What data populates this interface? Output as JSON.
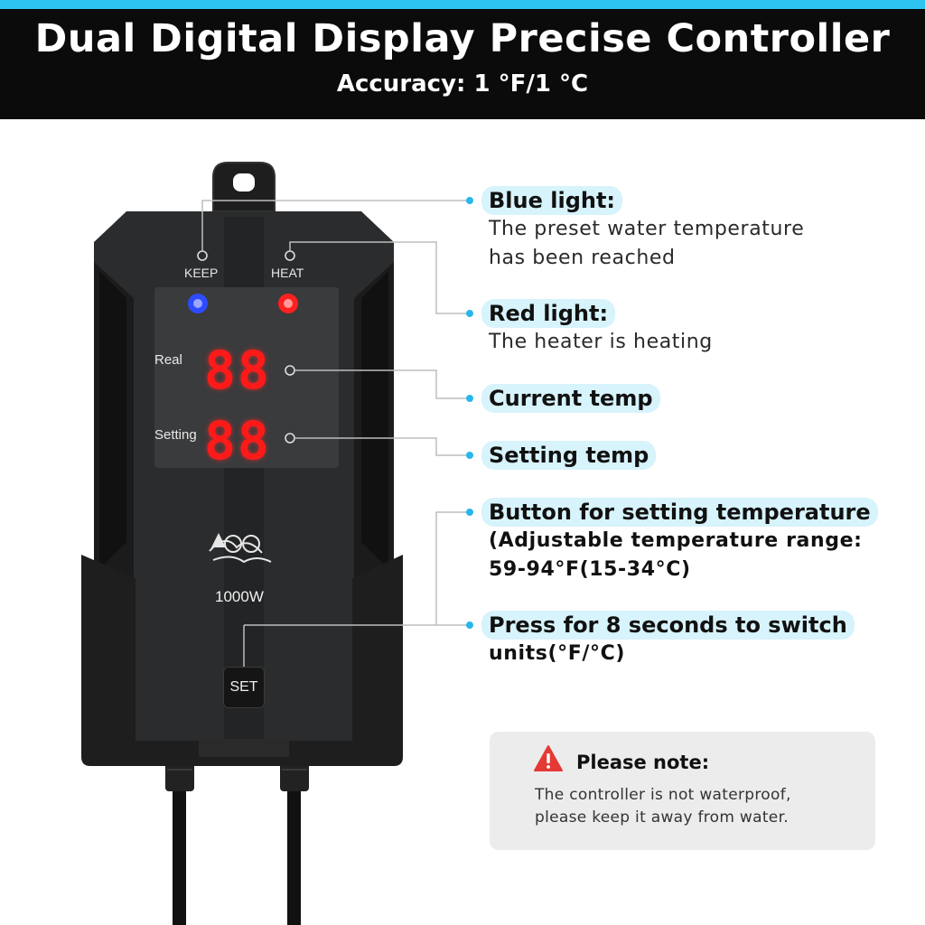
{
  "header": {
    "title": "Dual Digital Display Precise Controller",
    "subtitle": "Accuracy: 1 °F/1 °C"
  },
  "device": {
    "keep_label": "KEEP",
    "heat_label": "HEAT",
    "real_label": "Real",
    "setting_label": "Setting",
    "real_digits": "88",
    "setting_digits": "88",
    "wattage": "1000W",
    "set_button": "SET"
  },
  "callouts": {
    "blue": {
      "title": "Blue light:",
      "line1": "The preset water temperature",
      "line2": "has been reached"
    },
    "red": {
      "title": "Red light:",
      "line1": "The heater is heating"
    },
    "current": {
      "title": "Current temp"
    },
    "setting": {
      "title": "Setting temp"
    },
    "button": {
      "title": "Button for setting temperature",
      "line1": "(Adjustable temperature range:",
      "line2": "59-94°F(15-34°C)"
    },
    "press": {
      "title": "Press for 8 seconds to switch",
      "line1": "units(°F/°C)"
    }
  },
  "note": {
    "title": "Please note:",
    "line1": "The controller is not waterproof,",
    "line2": "please keep it away from water."
  },
  "colors": {
    "accent": "#2ec4f1",
    "header_bg": "#0b0b0b",
    "pill_bg": "#d7f3fb",
    "led_blue": "#2f4bff",
    "led_red": "#ff2020",
    "warning": "#e53935"
  }
}
